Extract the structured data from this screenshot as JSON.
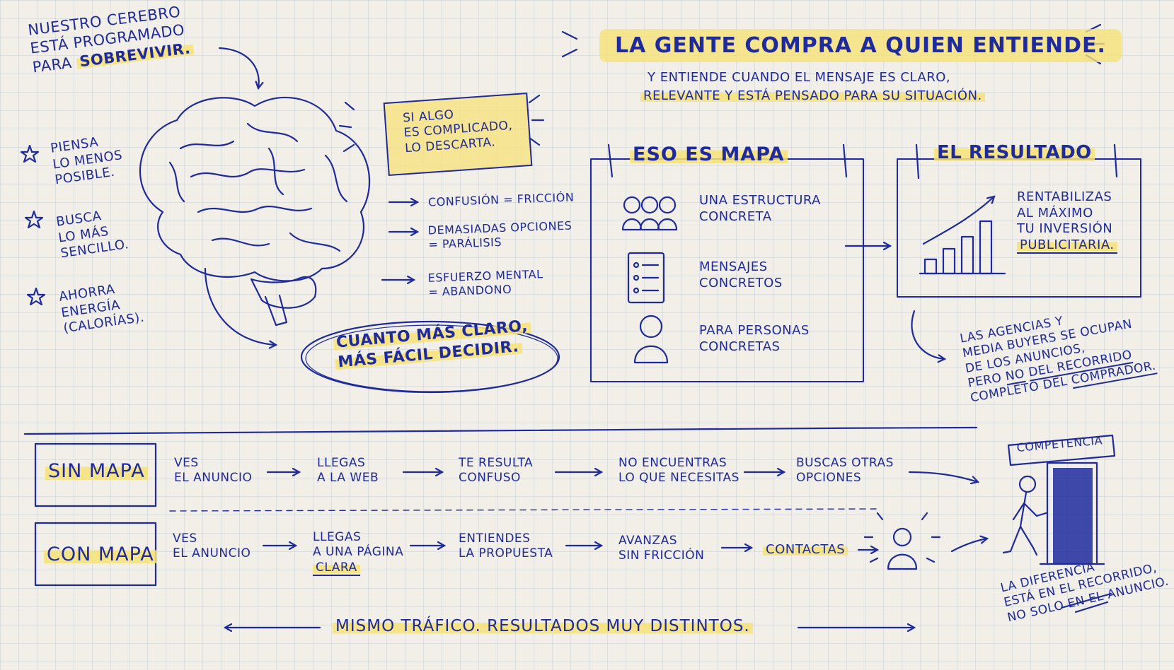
{
  "headline": {
    "title": "La gente compra a quien entiende.",
    "sub_line1": "Y entiende cuando el mensaje es claro,",
    "sub_line2": "relevante y está pensado para su situación."
  },
  "brain_intro": {
    "line1": "Nuestro cerebro",
    "line2": "está programado",
    "line3_prefix": "para",
    "line3_emphasis": "sobrevivir."
  },
  "left_list": [
    {
      "line1": "Piensa",
      "line2": "lo menos",
      "line3": "posible."
    },
    {
      "line1": "Busca",
      "line2": "lo más",
      "line3": "sencillo."
    },
    {
      "line1": "Ahorra",
      "line2": "energía",
      "line3": "(calorías)."
    }
  ],
  "callout": {
    "line1": "Si algo",
    "line2": "es complicado,",
    "line3": "lo descarta."
  },
  "equations": [
    {
      "line1": "Confusión = Fricción",
      "line2": ""
    },
    {
      "line1": "Demasiadas opciones",
      "line2": "= Parálisis"
    },
    {
      "line1": "Esfuerzo mental",
      "line2": "= Abandono"
    }
  ],
  "conclusion": {
    "line1_prefix": "Cuanto más",
    "line1_emphasis": "claro,",
    "line2_prefix": "más fácil",
    "line2_emphasis": "decidir."
  },
  "mapa": {
    "title": "Eso es MAPA",
    "items": [
      {
        "icon": "people-group-icon",
        "line1": "Una estructura",
        "line2": "concreta"
      },
      {
        "icon": "checklist-icon",
        "line1": "Mensajes",
        "line2": "concretos"
      },
      {
        "icon": "person-icon",
        "line1": "Para personas",
        "line2": "concretas"
      }
    ]
  },
  "resultado": {
    "title": "El resultado",
    "line1": "Rentabilizas",
    "line2": "al máximo",
    "line3": "tu inversión",
    "line4": "publicitaria."
  },
  "agencies_note": {
    "line1": "Las agencias y",
    "line2": "media buyers se ocupan",
    "line3": "de los anuncios,",
    "line4_prefix": "pero",
    "line4_no": "no",
    "line4_suffix": "del recorrido",
    "line5_prefix": "completo del",
    "line5_emphasis": "comprador."
  },
  "sin_mapa": {
    "label": "Sin MAPA",
    "steps": [
      {
        "line1": "Ves",
        "line2": "el anuncio"
      },
      {
        "line1": "Llegas",
        "line2": "a la web"
      },
      {
        "line1": "Te resulta",
        "line2": "confuso"
      },
      {
        "line1": "No encuentras",
        "line2": "lo que necesitas"
      },
      {
        "line1": "Buscas otras",
        "line2": "opciones"
      }
    ]
  },
  "con_mapa": {
    "label": "Con MAPA",
    "steps": [
      {
        "line1": "Ves",
        "line2": "el anuncio"
      },
      {
        "line1": "Llegas",
        "line2": "a una página"
      },
      {
        "line1": "Entiendes",
        "line2": "la propuesta"
      },
      {
        "line1": "Avanzas",
        "line2": "sin fricción"
      }
    ],
    "last_step": "Contactas",
    "line3_clara": "clara"
  },
  "competencia": {
    "label": "Competencia"
  },
  "difference_note": {
    "line1": "La diferencia",
    "line2": "está en el recorrido,",
    "line3": "no solo en el anuncio."
  },
  "footer": {
    "text": "Mismo tráfico. Resultados muy distintos."
  },
  "colors": {
    "ink": "#1f2a9c",
    "highlight": "#f7e278",
    "paper": "#f1efe8"
  }
}
